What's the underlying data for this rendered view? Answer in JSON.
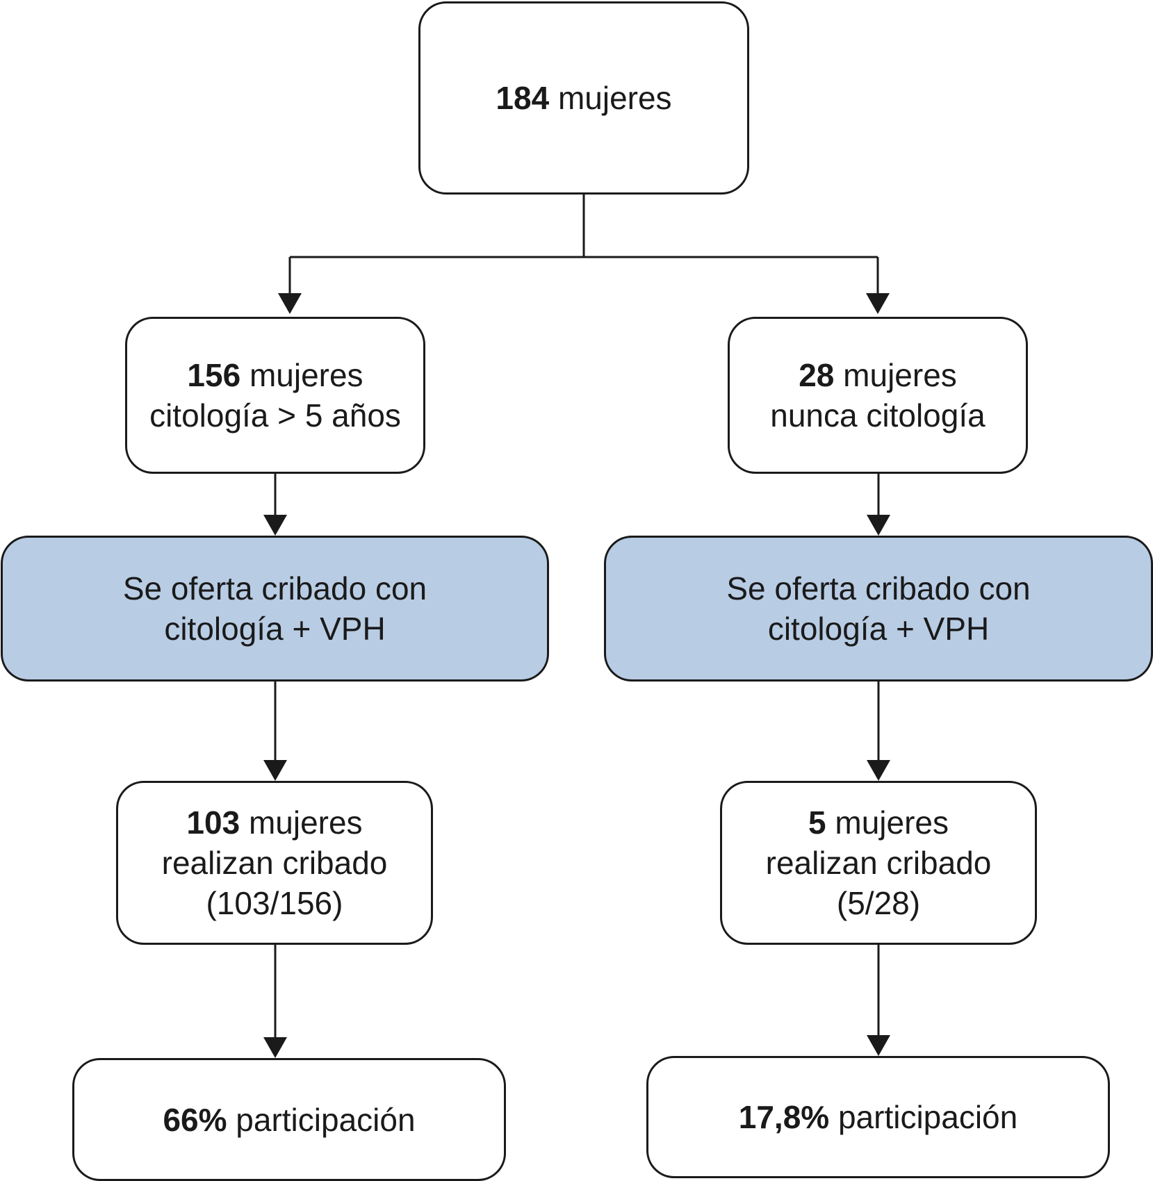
{
  "root": {
    "number": "184",
    "text": "mujeres"
  },
  "left": {
    "group": {
      "number": "156",
      "text": "mujeres",
      "subtitle": "citología > 5 años"
    },
    "offer": {
      "line1": "Se oferta cribado con",
      "line2": "citología + VPH"
    },
    "screened": {
      "number": "103",
      "text": "mujeres",
      "line2": "realizan cribado",
      "line3": "(103/156)"
    },
    "result": {
      "number": "66%",
      "text": "participación"
    }
  },
  "right": {
    "group": {
      "number": "28",
      "text": "mujeres",
      "subtitle": "nunca citología"
    },
    "offer": {
      "line1": "Se oferta cribado con",
      "line2": "citología + VPH"
    },
    "screened": {
      "number": "5",
      "text": "mujeres",
      "line2": "realizan cribado",
      "line3": "(5/28)"
    },
    "result": {
      "number": "17,8%",
      "text": "participación"
    }
  },
  "colors": {
    "offer_fill": "#b8cce4",
    "stroke": "#1a1a1a",
    "background": "#ffffff"
  }
}
